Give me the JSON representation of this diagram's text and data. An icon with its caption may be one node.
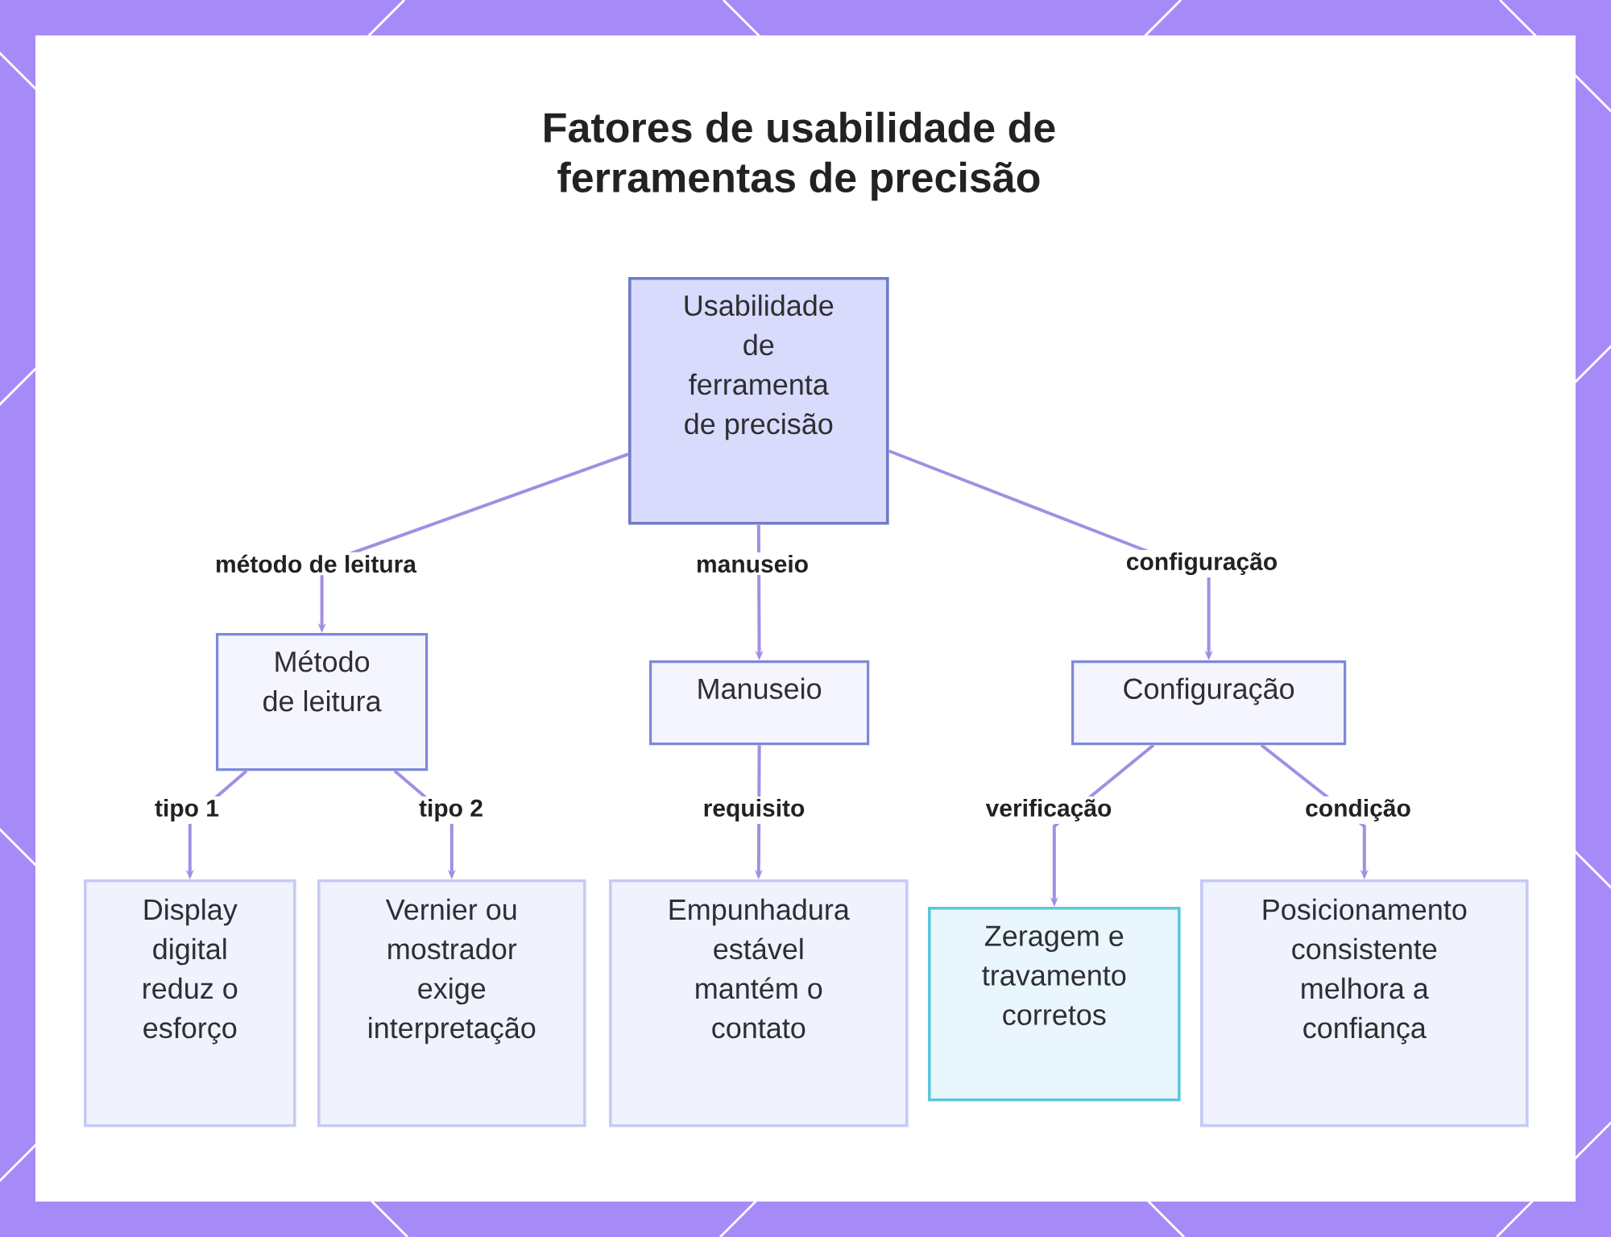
{
  "diagram": {
    "title": "Fatores de usabilidade de ferramentas de precisão",
    "nodes": [
      {
        "text": [
          "Usabilidade de ferramenta de precisão"
        ]
      },
      {
        "text": [
          "Método de leitura"
        ]
      },
      {
        "text": [
          "Manuseio"
        ]
      },
      {
        "text": [
          "Configuração"
        ]
      },
      {
        "text": [
          "Display digital reduz o esforço"
        ]
      },
      {
        "text": [
          "Vernier ou mostrador exige interpretação"
        ]
      },
      {
        "text": [
          "Empunhadura estável mantém o contato"
        ]
      },
      {
        "text": [
          "Zeragem e travamento corretos"
        ]
      },
      {
        "text": [
          "Posicionamento consistente melhora a confiança"
        ]
      }
    ],
    "edges": [
      {
        "from": 0,
        "to": 1,
        "arrow": "to",
        "label": "método de leitura"
      },
      {
        "from": 0,
        "to": 2,
        "arrow": "to",
        "label": "manuseio"
      },
      {
        "from": 0,
        "to": 3,
        "arrow": "to",
        "label": "configuração"
      },
      {
        "from": 1,
        "to": 4,
        "arrow": "to",
        "label": "tipo 1"
      },
      {
        "from": 1,
        "to": 5,
        "arrow": "to",
        "label": "tipo 2"
      },
      {
        "from": 2,
        "to": 6,
        "arrow": "to",
        "label": "requisito"
      },
      {
        "from": 3,
        "to": 7,
        "arrow": "to",
        "label": "verificação"
      },
      {
        "from": 3,
        "to": 8,
        "arrow": "to",
        "label": "condição"
      }
    ]
  }
}
